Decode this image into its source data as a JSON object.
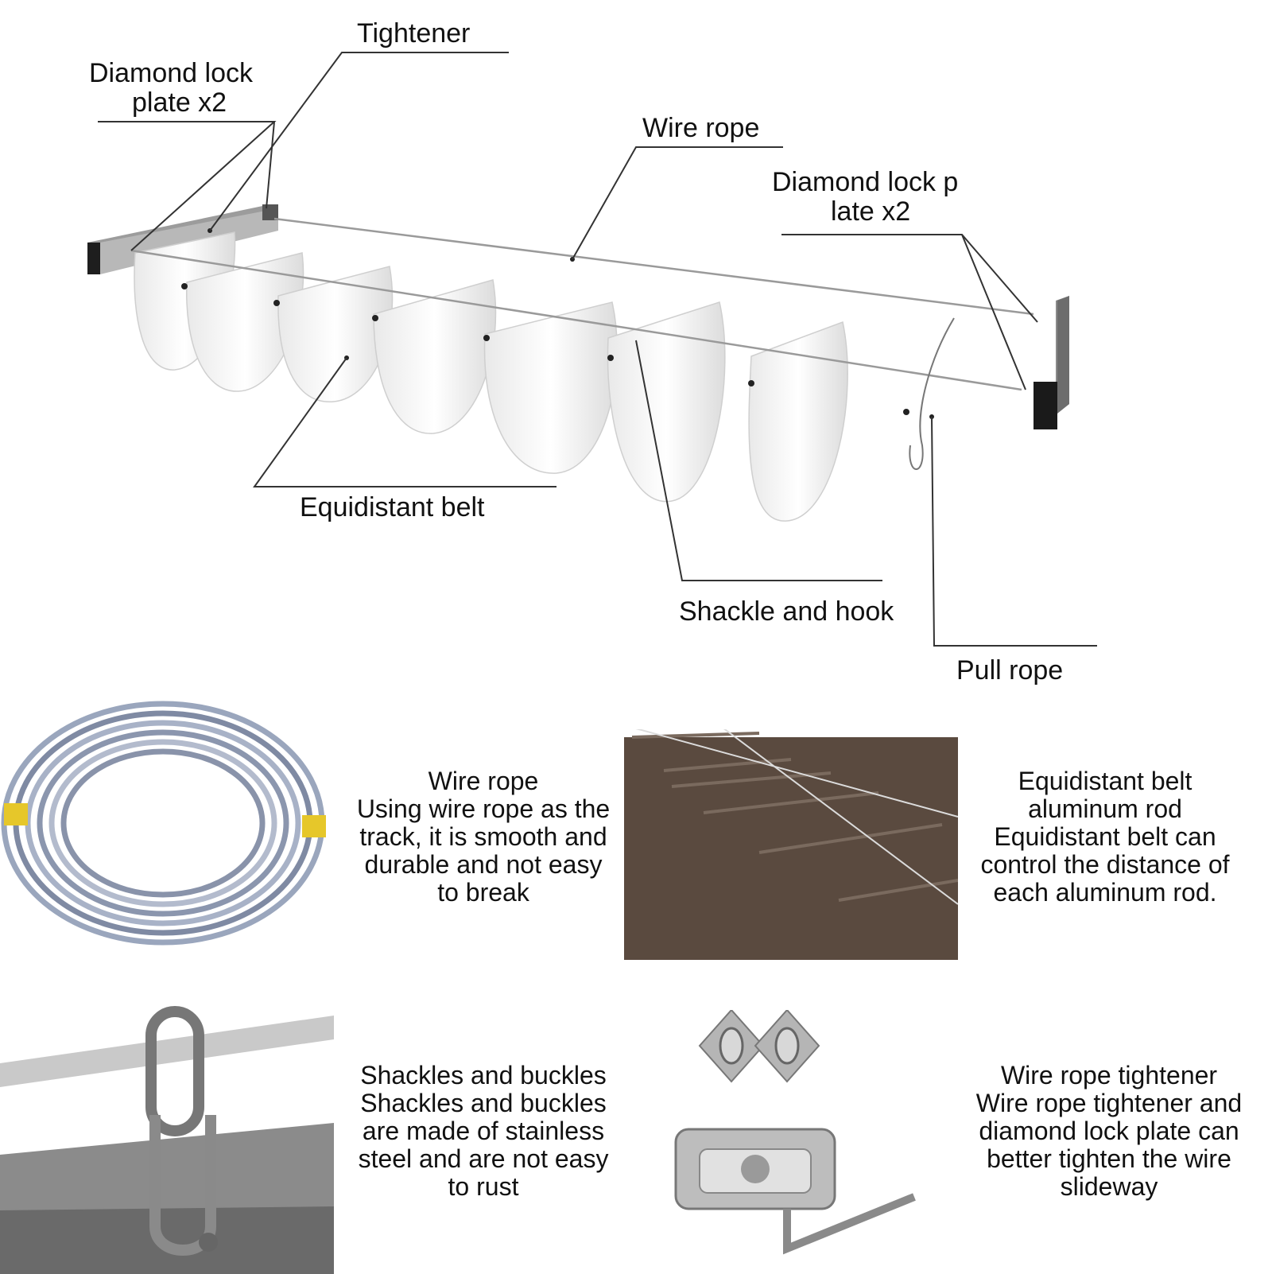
{
  "diagram": {
    "labels": {
      "tightener": "Tightener",
      "diamond_left_line1": "Diamond lock",
      "diamond_left_line2": "plate x2",
      "wire_rope": "Wire rope",
      "diamond_right_line1": "Diamond lock p",
      "diamond_right_line2": "late x2",
      "equidistant_belt": "Equidistant belt",
      "shackle_hook": "Shackle and hook",
      "pull_rope": "Pull rope"
    }
  },
  "features": [
    {
      "lines": [
        "Wire rope",
        "Using wire rope as the",
        "track, it is smooth and",
        "durable and not easy",
        "to break"
      ]
    },
    {
      "lines": [
        "Equidistant belt",
        "aluminum rod",
        "Equidistant belt can",
        "control the distance of",
        "each aluminum rod."
      ]
    },
    {
      "lines": [
        "Shackles and buckles",
        "Shackles and buckles",
        "are made of stainless",
        "steel and are not easy",
        "to rust"
      ]
    },
    {
      "lines": [
        "Wire rope tightener",
        "Wire rope tightener and",
        "diamond lock plate can",
        "better tighten the wire",
        "slideway"
      ]
    }
  ]
}
